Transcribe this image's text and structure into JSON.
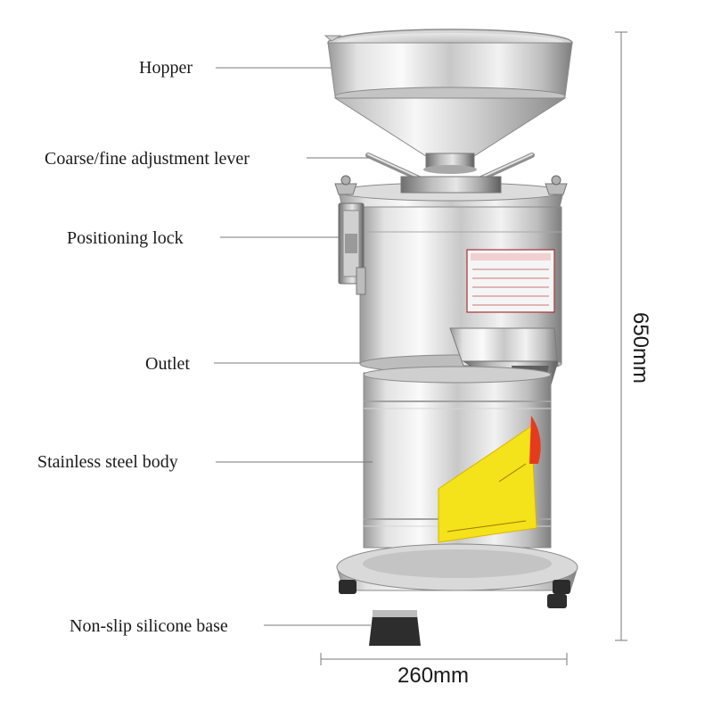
{
  "callouts": {
    "hopper": "Hopper",
    "lever": "Coarse/fine adjustment lever",
    "lock": "Positioning lock",
    "outlet": "Outlet",
    "body": "Stainless steel body",
    "base": "Non-slip silicone base"
  },
  "dimensions": {
    "height": "650mm",
    "width": "260mm"
  },
  "colors": {
    "line": "#7a7a7a",
    "text": "#1a1a1a",
    "steel_light": "#eeeeee",
    "steel_dark": "#8c8c8c",
    "sticker_yellow": "#f4e21a"
  }
}
